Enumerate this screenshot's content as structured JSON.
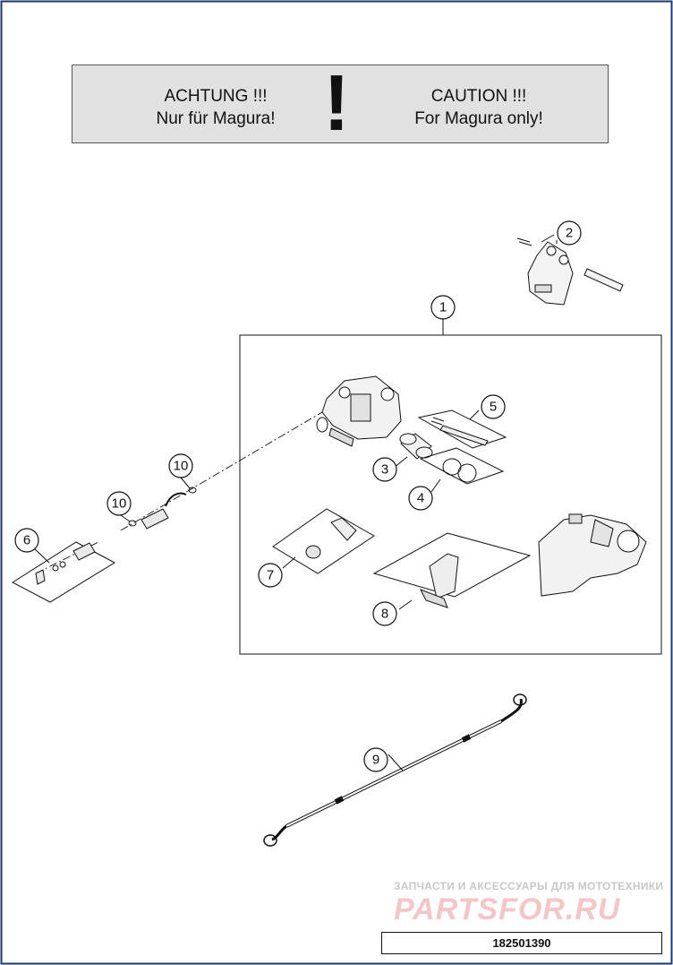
{
  "warning": {
    "de_line1": "ACHTUNG !!!",
    "de_line2": "Nur für Magura!",
    "symbol": "!",
    "en_line1": "CAUTION !!!",
    "en_line2": "For Magura only!"
  },
  "callouts": [
    "1",
    "2",
    "3",
    "4",
    "5",
    "6",
    "7",
    "8",
    "9",
    "10",
    "10"
  ],
  "watermark": {
    "line1": "ЗАПЧАСТИ И АКСЕССУАРЫ ДЛЯ МОТОТЕХНИКИ",
    "line2": "PARTSFOR.RU"
  },
  "document_id": "182501390",
  "colors": {
    "frame": "#1a3a6e",
    "warning_bg": "#e1e1e1",
    "watermark_red": "#f3c7c7",
    "line": "#111111"
  }
}
